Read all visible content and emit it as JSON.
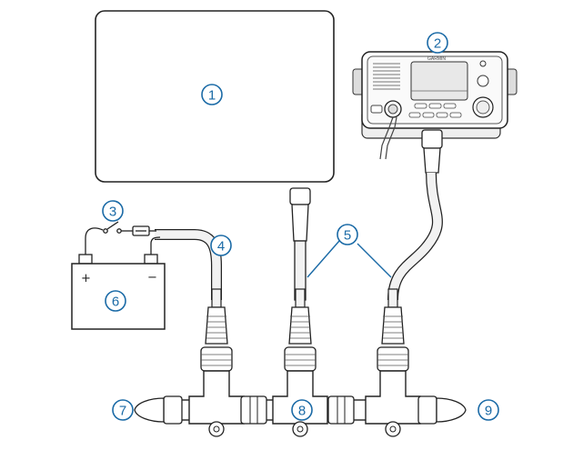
{
  "callouts": [
    {
      "id": 1,
      "label": "1"
    },
    {
      "id": 2,
      "label": "2"
    },
    {
      "id": 3,
      "label": "3"
    },
    {
      "id": 4,
      "label": "4"
    },
    {
      "id": 5,
      "label": "5"
    },
    {
      "id": 6,
      "label": "6"
    },
    {
      "id": 7,
      "label": "7"
    },
    {
      "id": 8,
      "label": "8"
    },
    {
      "id": 9,
      "label": "9"
    }
  ],
  "battery": {
    "positive_label": "+",
    "negative_label": "−"
  },
  "radio": {
    "brand_label": "GARMIN"
  },
  "colors": {
    "callout": "#1a6aa6",
    "line": "#222222",
    "cable": "#f2f2f2"
  }
}
